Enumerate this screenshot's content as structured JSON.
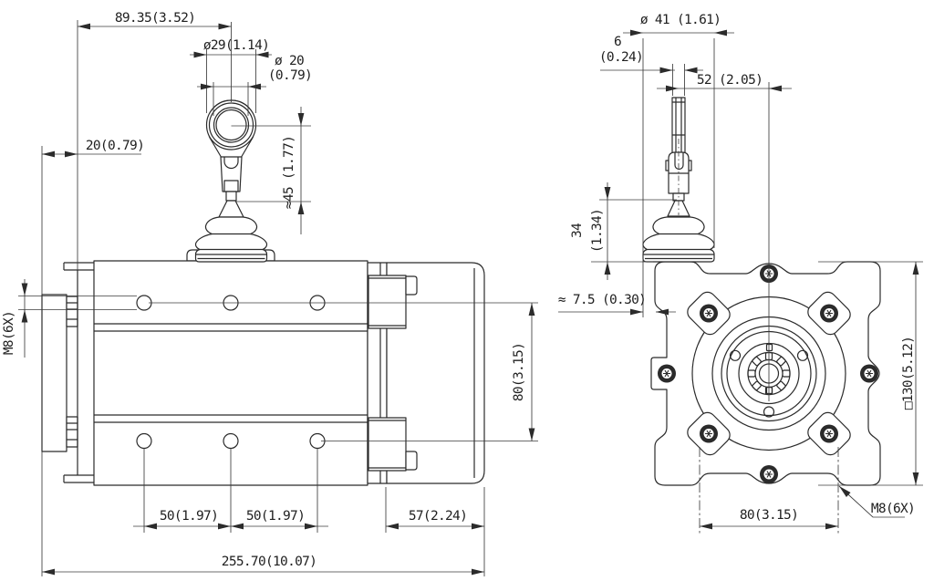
{
  "colors": {
    "background": "#ffffff",
    "line": "#2b2b2b",
    "thin_line": "#3c3c3c",
    "screw_fill": "#2b2b2b"
  },
  "views": {
    "side": "side-view",
    "front": "front-view"
  },
  "dims": {
    "side": {
      "cable_offset": "89.35(3.52)",
      "ring_outer": "ø29(1.14)",
      "ring_hole_1": "ø 20",
      "ring_hole_2": "(0.79)",
      "flange_offset": "20(0.79)",
      "ring_height": "≈45 (1.77)",
      "thread": "M8(6X)",
      "hole_rows": "80(3.15)",
      "pitch_a": "50(1.97)",
      "pitch_b": "50(1.97)",
      "cap_len": "57(2.24)",
      "overall": "255.70(10.07)"
    },
    "front": {
      "grommet_dia": "ø 41 (1.61)",
      "cable_dia_1": "6",
      "cable_dia_2": "(0.24)",
      "cable_offset": "52 (2.05)",
      "grommet_h_1": "34",
      "grommet_h_2": "(1.34)",
      "overhang": "≈ 7.5 (0.30)",
      "body_square": "□130(5.12)",
      "hole_pitch": "80(3.15)",
      "thread": "M8(6X)"
    }
  }
}
